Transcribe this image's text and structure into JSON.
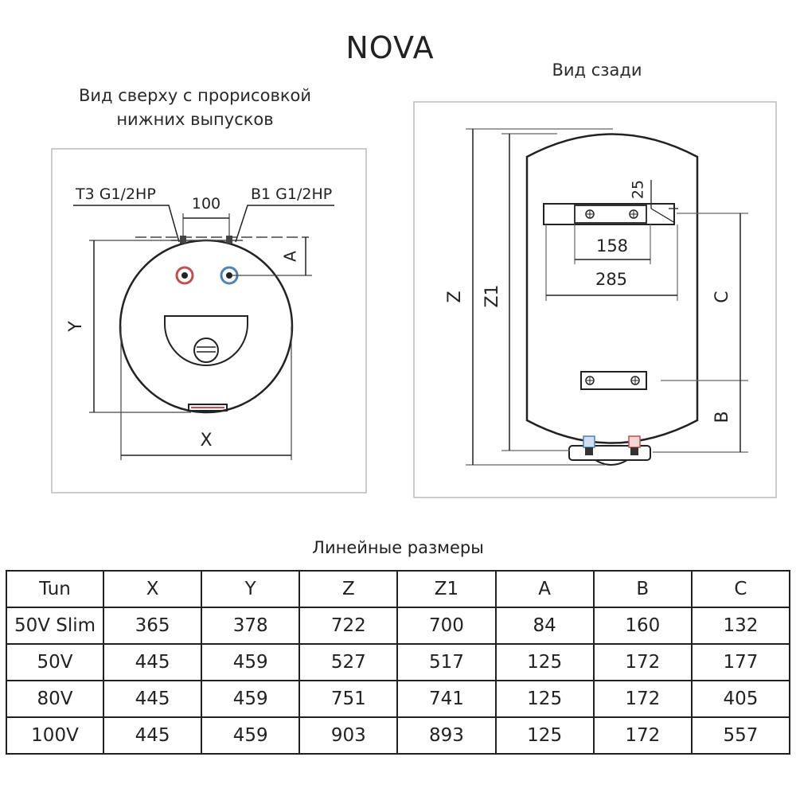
{
  "title": "NOVA",
  "top_view": {
    "caption_line1": "Вид сверху с прорисовкой",
    "caption_line2": "нижних выпусков",
    "outlet_left": "T3 G1/2HP",
    "outlet_right": "B1 G1/2HP",
    "dim_pipes": "100",
    "dim_a": "A",
    "dim_x": "X",
    "dim_y": "Y"
  },
  "back_view": {
    "caption": "Вид сзади",
    "dim_25": "25",
    "dim_158": "158",
    "dim_285": "285",
    "dim_z": "Z",
    "dim_z1": "Z1",
    "dim_c": "C",
    "dim_b": "B"
  },
  "table": {
    "caption": "Линейные размеры",
    "headers": [
      "Tun",
      "X",
      "Y",
      "Z",
      "Z1",
      "A",
      "B",
      "C"
    ],
    "rows": [
      [
        "50V Slim",
        "365",
        "378",
        "722",
        "700",
        "84",
        "160",
        "132"
      ],
      [
        "50V",
        "445",
        "459",
        "527",
        "517",
        "125",
        "172",
        "177"
      ],
      [
        "80V",
        "445",
        "459",
        "751",
        "741",
        "125",
        "172",
        "405"
      ],
      [
        "100V",
        "445",
        "459",
        "903",
        "893",
        "125",
        "172",
        "557"
      ]
    ]
  },
  "colors": {
    "line": "#222222",
    "hot_outlet": "#c0504d",
    "cold_outlet": "#4f81bd"
  }
}
